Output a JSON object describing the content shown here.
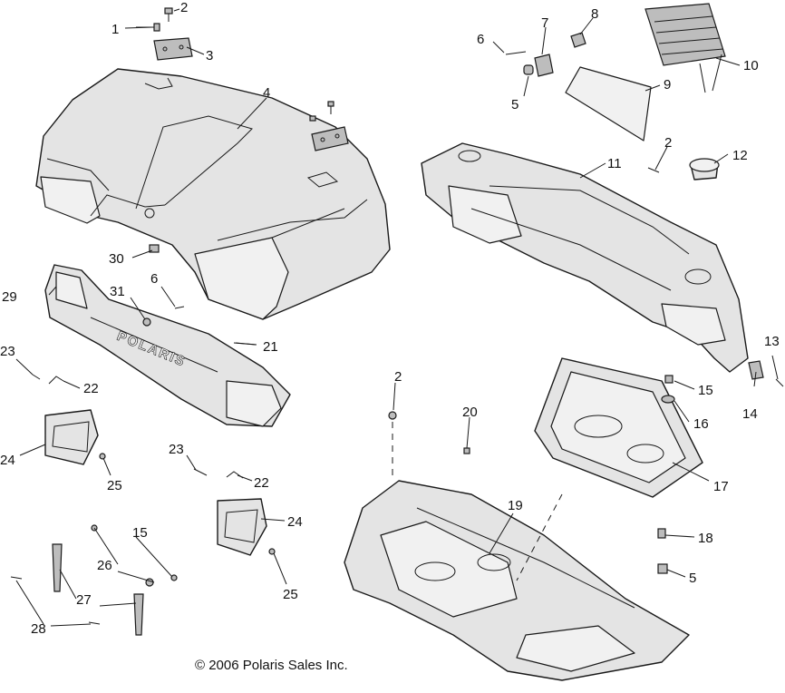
{
  "callouts": {
    "c1": "1",
    "c2a": "2",
    "c3": "3",
    "c4": "4",
    "c5a": "5",
    "c6a": "6",
    "c7": "7",
    "c8": "8",
    "c9": "9",
    "c10": "10",
    "c11": "11",
    "c2b": "2",
    "c12": "12",
    "c30": "30",
    "c6b": "6",
    "c29": "29",
    "c31": "31",
    "c21": "21",
    "c23a": "23",
    "c22a": "22",
    "c2c": "2",
    "c20": "20",
    "c15a": "15",
    "c16": "16",
    "c13": "13",
    "c14": "14",
    "c24a": "24",
    "c25a": "25",
    "c17": "17",
    "c23b": "23",
    "c22b": "22",
    "c19": "19",
    "c24b": "24",
    "c15b": "15",
    "c26": "26",
    "c18": "18",
    "c5b": "5",
    "c25b": "25",
    "c27": "27",
    "c28": "28"
  },
  "brand_text": "POLARIS",
  "copyright": "© 2006 Polaris Sales Inc."
}
